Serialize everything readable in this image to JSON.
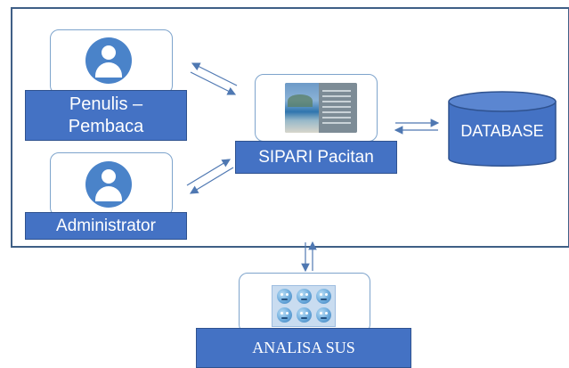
{
  "nodes": {
    "penulis_pembaca": "Penulis –\nPembaca",
    "administrator": "Administrator",
    "sipari": "SIPARI Pacitan",
    "database": "DATABASE",
    "analisa_sus": "ANALISA SUS"
  },
  "icons": {
    "user_top": "user-icon",
    "user_bottom": "user-icon",
    "publication_thumb": "publication-thumbnail-icon",
    "database": "database-cylinder-icon",
    "survey_faces": "sus-emoji-grid-icon"
  },
  "colors": {
    "accent": "#4472c4",
    "outline": "#2f528f",
    "frame": "#3f5f86"
  }
}
